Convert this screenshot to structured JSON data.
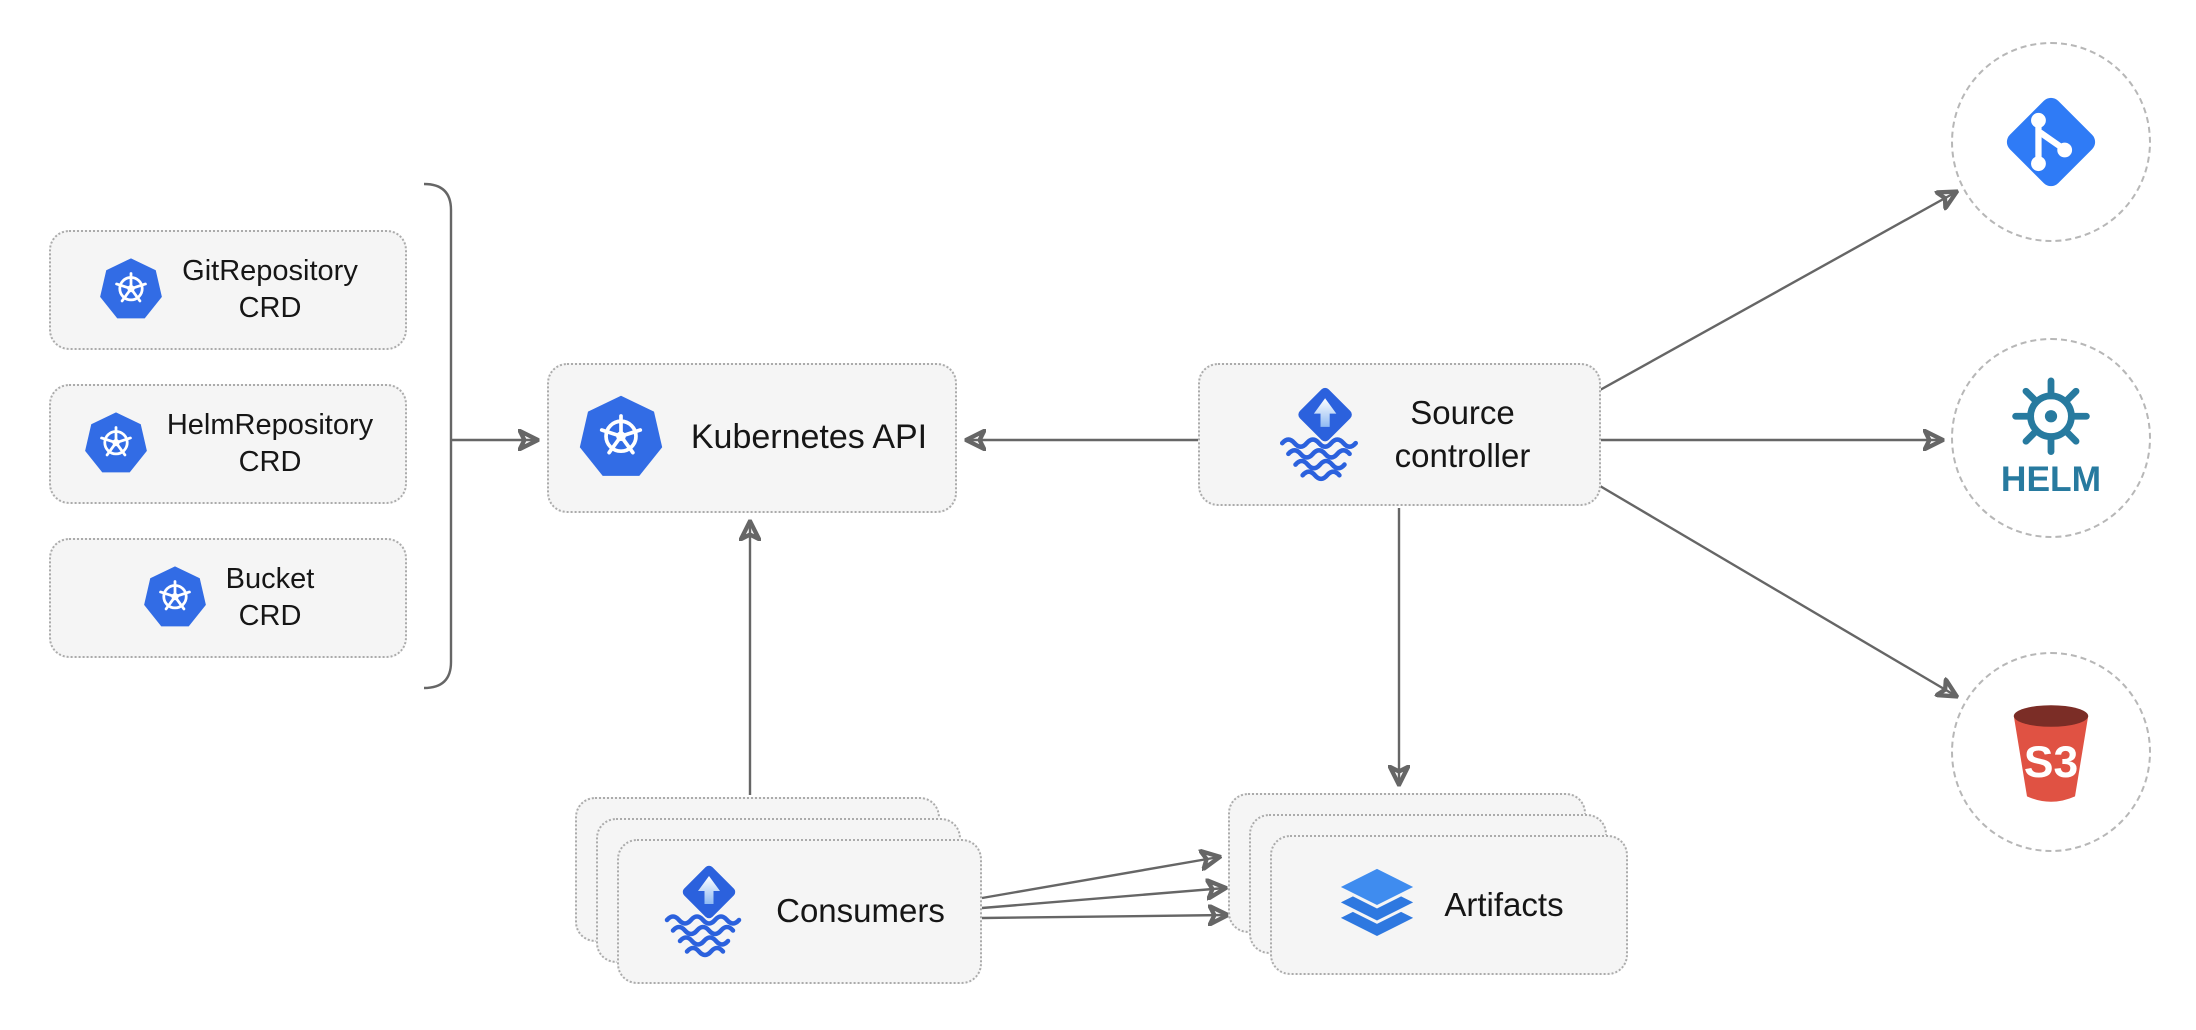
{
  "nodes": {
    "crds": [
      {
        "id": "gitrepository-crd",
        "line1": "GitRepository",
        "line2": "CRD"
      },
      {
        "id": "helmrepository-crd",
        "line1": "HelmRepository",
        "line2": "CRD"
      },
      {
        "id": "bucket-crd",
        "line1": "Bucket",
        "line2": "CRD"
      }
    ],
    "kubernetes_api": {
      "label": "Kubernetes API"
    },
    "source_controller": {
      "line1": "Source",
      "line2": "controller"
    },
    "consumers": {
      "label": "Consumers"
    },
    "artifacts": {
      "label": "Artifacts"
    }
  },
  "external_systems": {
    "git": {
      "icon": "git-icon"
    },
    "helm": {
      "icon": "helm-icon",
      "label": "HELM"
    },
    "s3": {
      "icon": "s3-bucket-icon",
      "label": "S3"
    }
  },
  "icons": {
    "kubernetes": "kubernetes-wheel-icon",
    "flux": "flux-diamond-waves-icon",
    "artifacts": "layers-icon"
  },
  "colors": {
    "kubernetes_blue": "#326CE5",
    "flux_blue": "#2B61DD",
    "git_blue": "#2F7BF6",
    "helm_teal": "#277A9F",
    "s3_red": "#E05243",
    "s3_rim_dark": "#7B2D26",
    "arrow_gray": "#666666",
    "node_fill": "#F5F5F5",
    "node_border": "#ABABAB"
  }
}
